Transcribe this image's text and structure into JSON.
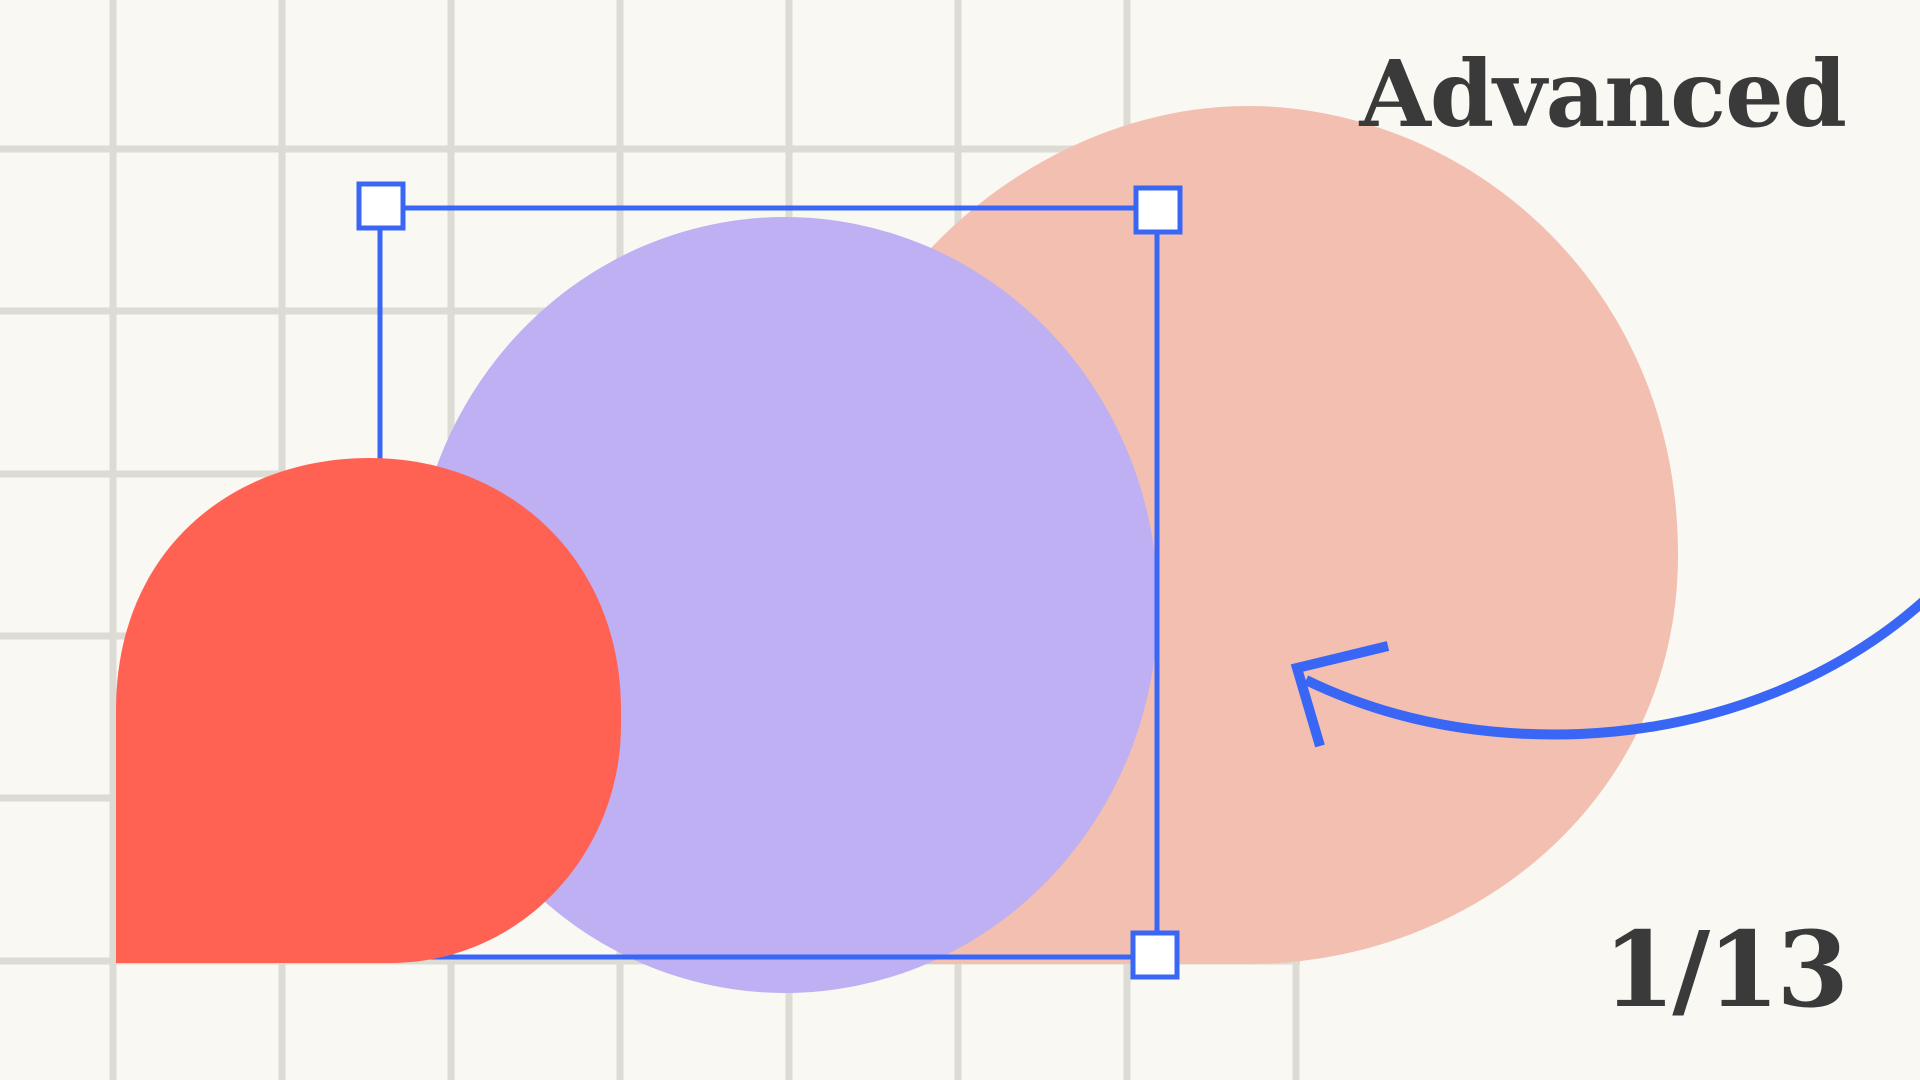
{
  "colors": {
    "background": "#f9f8f3",
    "grid_lines": "#dcdbd4",
    "coral_shape": "#ff6253",
    "lavender_shape": "#bfaff3",
    "peach_shape": "#f3bfb1",
    "selection_accent": "#3a66f5",
    "text": "#3a3a3a"
  },
  "icons": {
    "arrow": "curved-arrow-icon"
  },
  "level_label": "Advanced",
  "pagination": {
    "current": 1,
    "total": 13,
    "label": "1/13"
  }
}
